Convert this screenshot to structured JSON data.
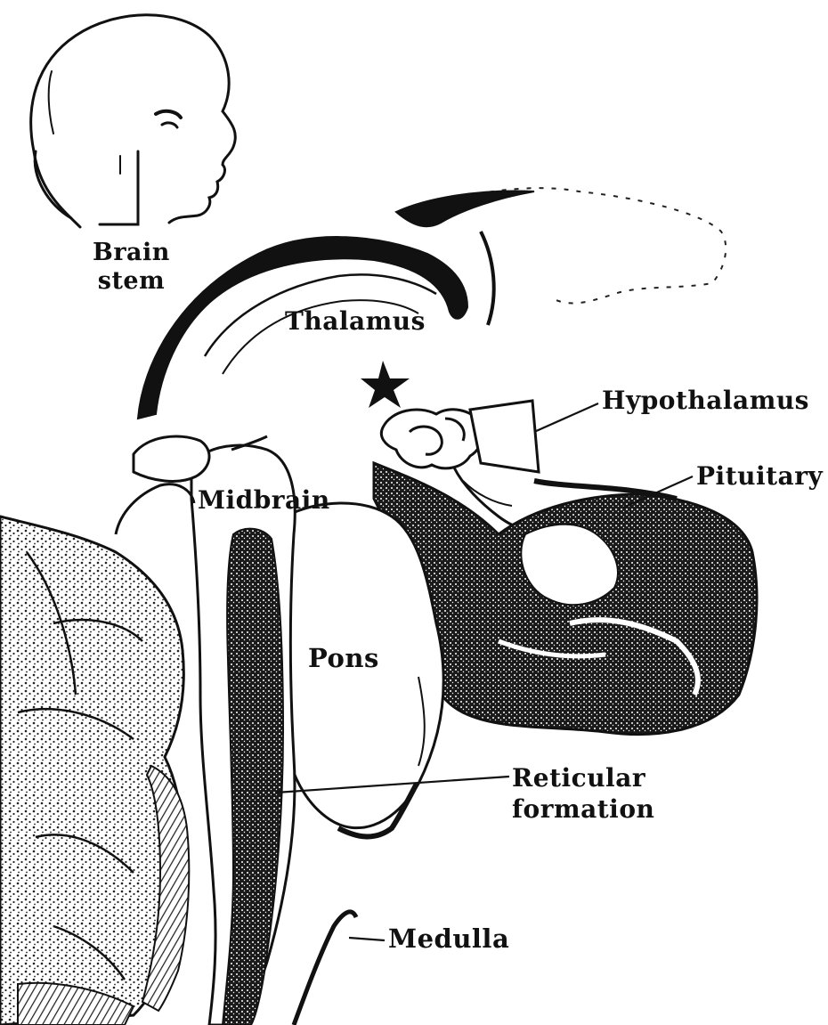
{
  "colors": {
    "ink": "#111111",
    "paper": "#ffffff",
    "stipple": "#2b2b2b"
  },
  "labels": {
    "brain_stem_line1": "Brain",
    "brain_stem_line2": "stem",
    "thalamus": "Thalamus",
    "hypothalamus": "Hypothalamus",
    "pituitary": "Pituitary",
    "midbrain": "Midbrain",
    "pons": "Pons",
    "reticular_line1": "Reticular",
    "reticular_line2": "formation",
    "medulla": "Medulla"
  }
}
